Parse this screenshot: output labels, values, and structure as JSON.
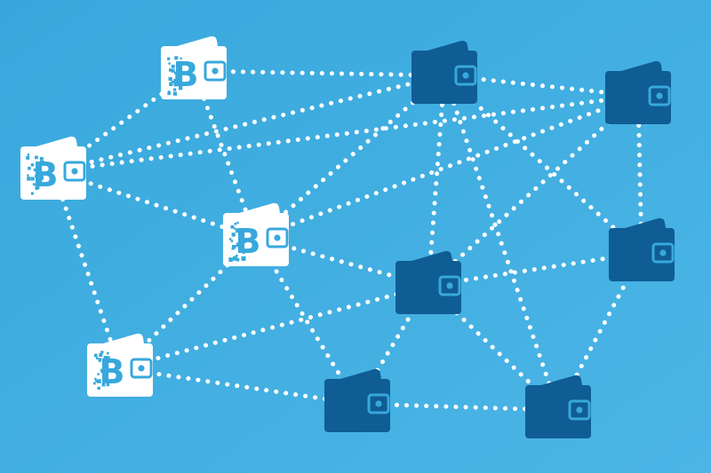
{
  "colors": {
    "background": "#38a8dc",
    "background_light": "#4cb5e6",
    "connector_dot": "#ffffff",
    "bitcoin_wallet_body": "#ffffff",
    "bitcoin_wallet_accent": "#38a8dc",
    "standard_wallet_body": "#0f5d94",
    "standard_wallet_accent": "#38a8dc"
  },
  "icons": {
    "bitcoin_wallet": "bitcoin-wallet-icon",
    "standard_wallet": "wallet-icon",
    "bitcoin_glyph": "B"
  },
  "wallets": [
    {
      "id": "w1",
      "kind": "bitcoin"
    },
    {
      "id": "w2",
      "kind": "bitcoin"
    },
    {
      "id": "w3",
      "kind": "bitcoin"
    },
    {
      "id": "w4",
      "kind": "bitcoin"
    },
    {
      "id": "w5",
      "kind": "standard"
    },
    {
      "id": "w6",
      "kind": "standard"
    },
    {
      "id": "w7",
      "kind": "standard"
    },
    {
      "id": "w8",
      "kind": "standard"
    },
    {
      "id": "w9",
      "kind": "standard"
    },
    {
      "id": "w10",
      "kind": "standard"
    }
  ],
  "connections": [
    [
      "w1",
      "w5"
    ],
    [
      "w1",
      "w2"
    ],
    [
      "w1",
      "w3"
    ],
    [
      "w2",
      "w3"
    ],
    [
      "w2",
      "w4"
    ],
    [
      "w2",
      "w5"
    ],
    [
      "w2",
      "w6"
    ],
    [
      "w3",
      "w4"
    ],
    [
      "w3",
      "w8"
    ],
    [
      "w3",
      "w9"
    ],
    [
      "w3",
      "w6"
    ],
    [
      "w3",
      "w5"
    ],
    [
      "w4",
      "w8"
    ],
    [
      "w4",
      "w9"
    ],
    [
      "w5",
      "w6"
    ],
    [
      "w5",
      "w8"
    ],
    [
      "w5",
      "w7"
    ],
    [
      "w5",
      "w10"
    ],
    [
      "w6",
      "w7"
    ],
    [
      "w6",
      "w8"
    ],
    [
      "w7",
      "w8"
    ],
    [
      "w7",
      "w10"
    ],
    [
      "w8",
      "w9"
    ],
    [
      "w8",
      "w10"
    ],
    [
      "w9",
      "w10"
    ]
  ]
}
